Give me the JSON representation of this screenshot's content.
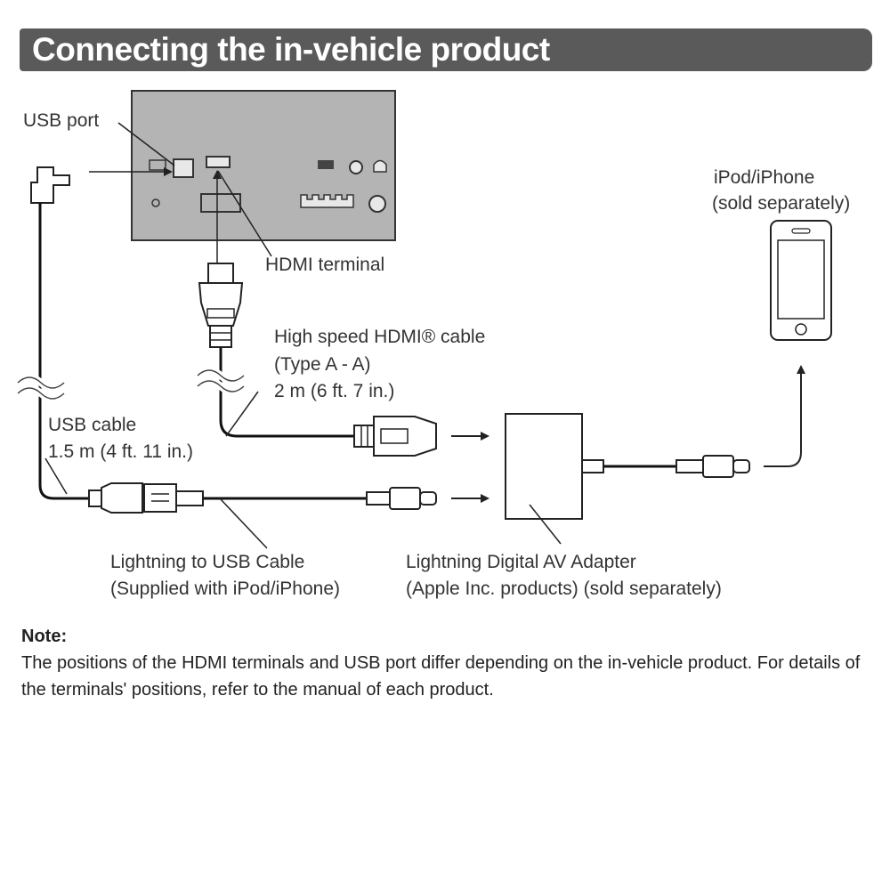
{
  "title": "Connecting the in-vehicle product",
  "labels": {
    "usb_port": "USB port",
    "hdmi_terminal": "HDMI terminal",
    "ipod_iphone_line1": "iPod/iPhone",
    "ipod_iphone_line2": "(sold separately)",
    "hdmi_cable_line1": "High speed HDMI® cable",
    "hdmi_cable_line2": "(Type A - A)",
    "hdmi_cable_line3": "2 m (6 ft. 7 in.)",
    "usb_cable_line1": "USB cable",
    "usb_cable_line2": "1.5 m (4 ft. 11 in.)",
    "lightning_usb_line1": "Lightning to USB Cable",
    "lightning_usb_line2": "(Supplied with iPod/iPhone)",
    "av_adapter_line1": "Lightning Digital AV Adapter",
    "av_adapter_line2": "(Apple Inc. products) (sold separately)"
  },
  "note": {
    "heading": "Note:",
    "body": "The positions of the HDMI terminals and USB port differ depending on the in-vehicle product. For details of the terminals' positions, refer to the manual of each product."
  },
  "colors": {
    "title_bar": "#5a5a5a",
    "head_unit": "#b4b4b4",
    "cable": "#111111"
  }
}
